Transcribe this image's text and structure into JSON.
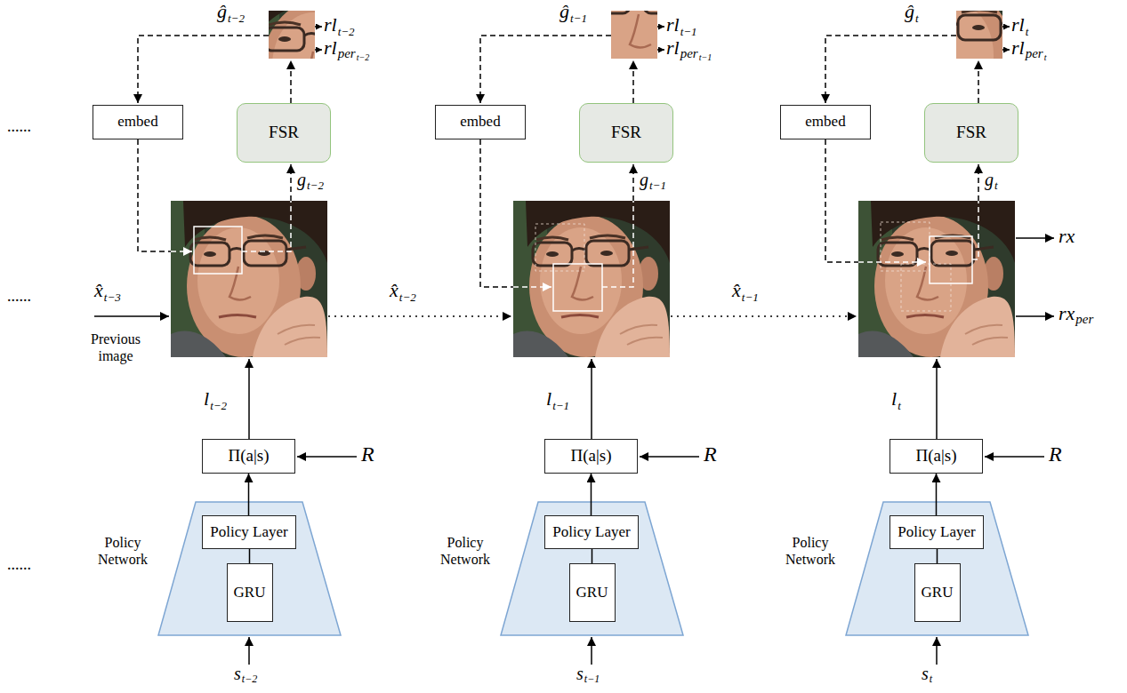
{
  "diagram": {
    "nodes": [
      {
        "text": [
          "embed"
        ]
      },
      {
        "text": [
          "FSR"
        ]
      },
      {
        "text": [
          "Π(a|s)"
        ]
      },
      {
        "text": [
          "Policy Network"
        ]
      },
      {
        "text": [
          "Policy Layer"
        ],
        "in": 3
      },
      {
        "text": [
          "GRU"
        ],
        "in": 3
      },
      {
        "text": [
          "embed"
        ]
      },
      {
        "text": [
          "FSR"
        ]
      },
      {
        "text": [
          "Π(a|s)"
        ]
      },
      {
        "text": [
          "Policy Network"
        ]
      },
      {
        "text": [
          "Policy Layer"
        ],
        "in": 9
      },
      {
        "text": [
          "GRU"
        ],
        "in": 9
      },
      {
        "text": [
          "embed"
        ]
      },
      {
        "text": [
          "FSR"
        ]
      },
      {
        "text": [
          "Π(a|s)"
        ]
      },
      {
        "text": [
          "Policy Network"
        ]
      },
      {
        "text": [
          "Policy Layer"
        ],
        "in": 15
      },
      {
        "text": [
          "GRU"
        ],
        "in": 15
      }
    ],
    "edges": [
      {
        "from": 5,
        "to": 4,
        "arrow": "none"
      },
      {
        "from": 4,
        "to": 2,
        "arrow": "to"
      },
      {
        "from": 11,
        "to": 10,
        "arrow": "none"
      },
      {
        "from": 10,
        "to": 8,
        "arrow": "to"
      },
      {
        "from": 17,
        "to": 16,
        "arrow": "none"
      },
      {
        "from": 16,
        "to": 14,
        "arrow": "to"
      }
    ],
    "labels": [
      "ĝ",
      "t−2",
      "rl",
      "t−2",
      "rl",
      "per",
      "t−2",
      "g",
      "t−2",
      "l",
      "t−2",
      "R",
      "s",
      "t−2",
      "ĝ",
      "t−1",
      "rl",
      "t−1",
      "rl",
      "per",
      "t−1",
      "g",
      "t−1",
      "l",
      "t−1",
      "R",
      "s",
      "t−1",
      "ĝ",
      "t",
      "rl",
      "t",
      "rl",
      "per",
      "t",
      "g",
      "t",
      "l",
      "t",
      "R",
      "s",
      "t",
      "x̂",
      "t−3",
      "Previous image",
      "x̂",
      "t−2",
      "x̂",
      "t−1",
      "rx",
      "rx",
      "per",
      "......",
      "......",
      "......"
    ]
  }
}
